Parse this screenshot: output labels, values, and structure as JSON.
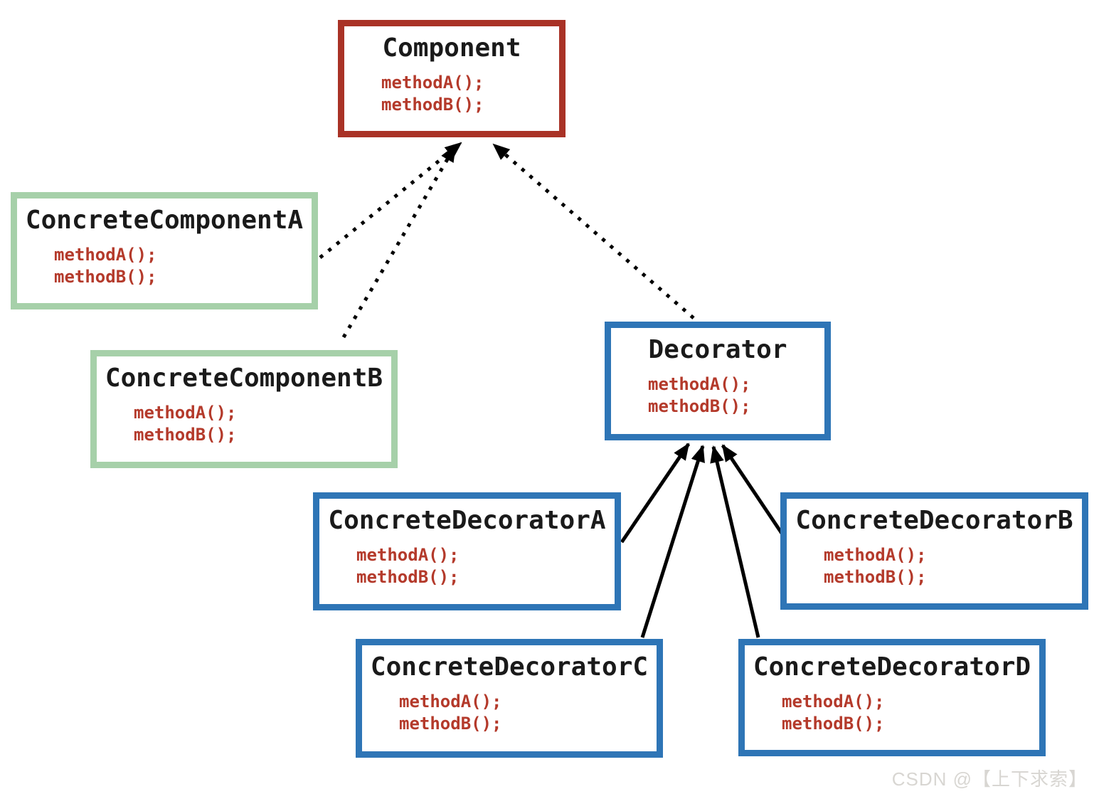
{
  "diagram": {
    "type": "uml-class-diagram",
    "pattern": "Decorator",
    "classes": [
      {
        "name": "Component",
        "methods": [
          "methodA();",
          "methodB();"
        ],
        "border": "red"
      },
      {
        "name": "ConcreteComponentA",
        "methods": [
          "methodA();",
          "methodB();"
        ],
        "border": "green"
      },
      {
        "name": "ConcreteComponentB",
        "methods": [
          "methodA();",
          "methodB();"
        ],
        "border": "green"
      },
      {
        "name": "Decorator",
        "methods": [
          "methodA();",
          "methodB();"
        ],
        "border": "blue"
      },
      {
        "name": "ConcreteDecoratorA",
        "methods": [
          "methodA();",
          "methodB();"
        ],
        "border": "blue"
      },
      {
        "name": "ConcreteDecoratorB",
        "methods": [
          "methodA();",
          "methodB();"
        ],
        "border": "blue"
      },
      {
        "name": "ConcreteDecoratorC",
        "methods": [
          "methodA();",
          "methodB();"
        ],
        "border": "blue"
      },
      {
        "name": "ConcreteDecoratorD",
        "methods": [
          "methodA();",
          "methodB();"
        ],
        "border": "blue"
      }
    ],
    "relations": [
      {
        "from": "ConcreteComponentA",
        "to": "Component",
        "style": "dotted"
      },
      {
        "from": "ConcreteComponentB",
        "to": "Component",
        "style": "dotted"
      },
      {
        "from": "Decorator",
        "to": "Component",
        "style": "dotted"
      },
      {
        "from": "ConcreteDecoratorA",
        "to": "Decorator",
        "style": "solid"
      },
      {
        "from": "ConcreteDecoratorC",
        "to": "Decorator",
        "style": "solid"
      },
      {
        "from": "ConcreteDecoratorD",
        "to": "Decorator",
        "style": "solid"
      },
      {
        "from": "ConcreteDecoratorB",
        "to": "Decorator",
        "style": "solid"
      }
    ],
    "colors": {
      "red": "#a93226",
      "green": "#a6d0a9",
      "blue": "#2e75b6",
      "title_text": "#1a1a1a",
      "method_text": "#b43a2b",
      "arrow": "#000000",
      "watermark_text": "#d8d6d2",
      "background": "#ffffff"
    },
    "watermark": "CSDN @【上下求索】"
  }
}
